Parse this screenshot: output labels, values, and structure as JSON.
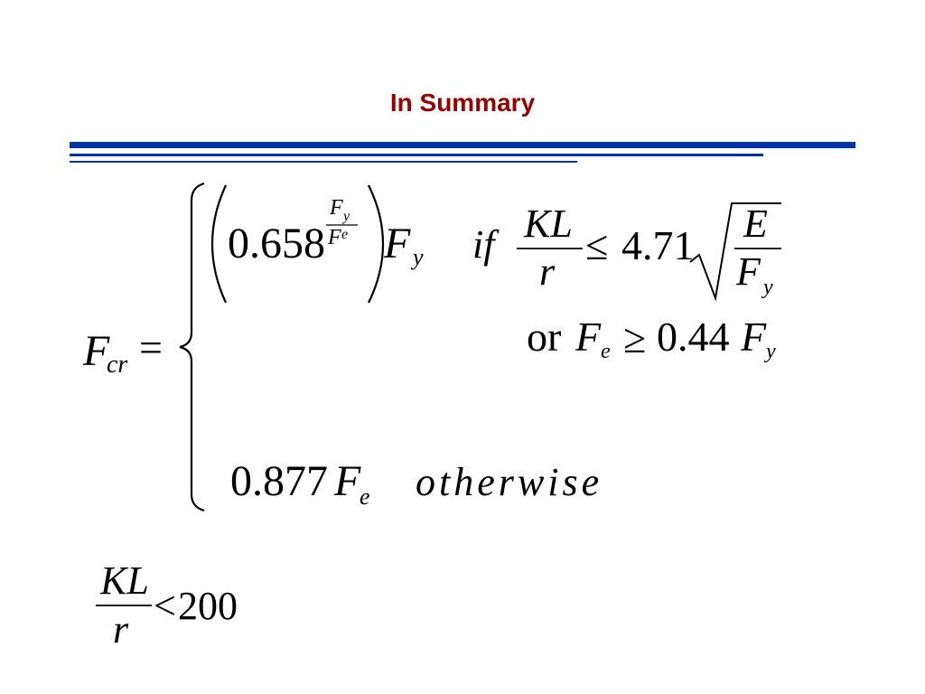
{
  "slide": {
    "title": "In Summary",
    "colors": {
      "title": "#990000",
      "rule": "#0033aa",
      "text": "#000000"
    }
  },
  "equation": {
    "lhs": {
      "symbol": "F",
      "subscript": "cr",
      "operator": "="
    },
    "case1": {
      "base": "0.658",
      "exp_num": {
        "symbol": "F",
        "subscript": "y"
      },
      "exp_den": {
        "symbol": "F",
        "subscript": "e"
      },
      "factor": {
        "symbol": "F",
        "subscript": "y"
      },
      "condition_word": "if",
      "ratio_num": "KL",
      "ratio_den": "r",
      "relation": "≤",
      "coefficient": "4.71",
      "root_num": "E",
      "root_den": {
        "symbol": "F",
        "subscript": "y"
      }
    },
    "case1_alt": {
      "word": "or",
      "lhs": {
        "symbol": "F",
        "subscript": "e"
      },
      "relation": "≥",
      "coefficient": "0.44",
      "rhs": {
        "symbol": "F",
        "subscript": "y"
      }
    },
    "case2": {
      "coefficient": "0.877",
      "factor": {
        "symbol": "F",
        "subscript": "e"
      },
      "condition": "otherwise"
    }
  },
  "limit": {
    "ratio_num": "KL",
    "ratio_den": "r",
    "relation": "<",
    "value": "200"
  }
}
